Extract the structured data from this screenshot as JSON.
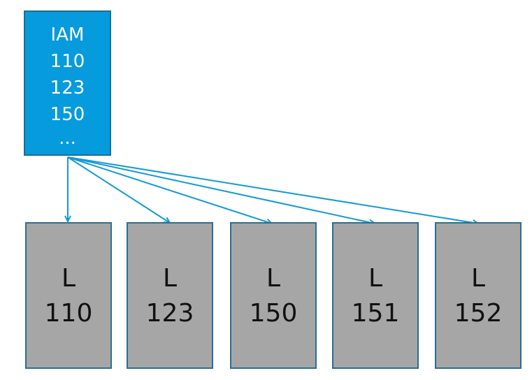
{
  "iam": {
    "title": "IAM",
    "entries": [
      "110",
      "123",
      "150",
      "..."
    ]
  },
  "pages": [
    {
      "type": "L",
      "number": "110"
    },
    {
      "type": "L",
      "number": "123"
    },
    {
      "type": "L",
      "number": "150"
    },
    {
      "type": "L",
      "number": "151"
    },
    {
      "type": "L",
      "number": "152"
    }
  ],
  "colors": {
    "iam_fill": "#069bdc",
    "page_fill": "#a6a6a6",
    "arrow": "#129ad6"
  }
}
